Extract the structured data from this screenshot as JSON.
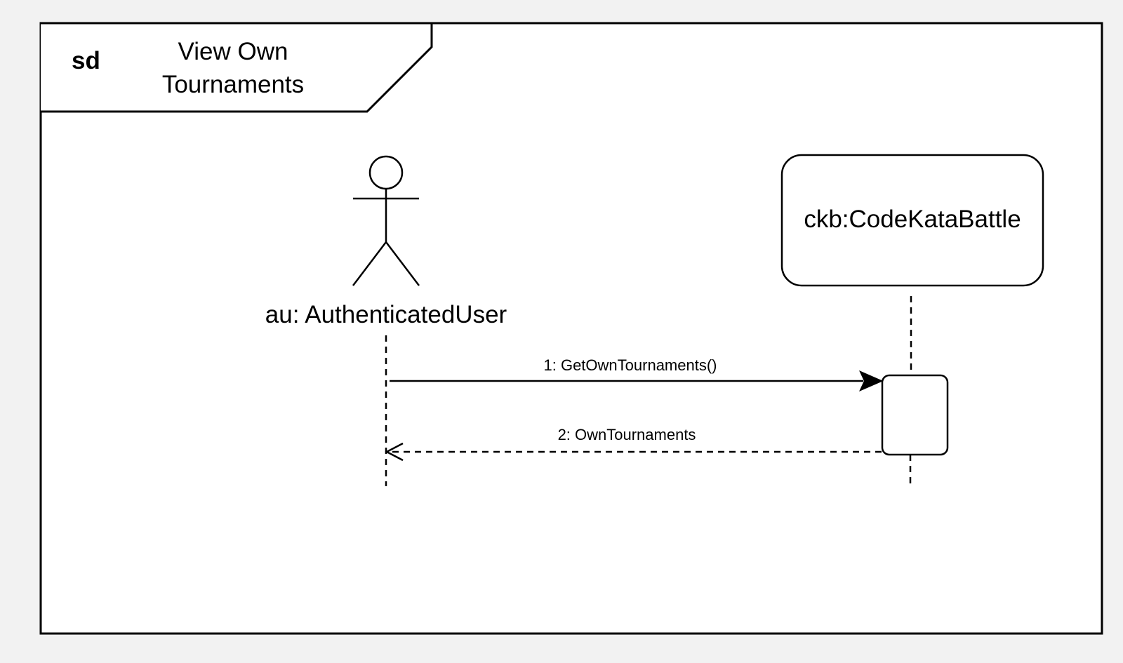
{
  "frame": {
    "keyword": "sd",
    "name_lines": [
      "View Own",
      "Tournaments"
    ]
  },
  "lifelines": [
    {
      "id": "au",
      "kind": "actor",
      "label": "au: AuthenticatedUser"
    },
    {
      "id": "ckb",
      "kind": "object",
      "label": "ckb:CodeKataBattle"
    }
  ],
  "messages": [
    {
      "label": "1: GetOwnTournaments()",
      "from": "au",
      "to": "ckb",
      "style": "synchronous"
    },
    {
      "label": "2: OwnTournaments",
      "from": "ckb",
      "to": "au",
      "style": "reply"
    }
  ],
  "colors": {
    "background": "#f2f2f2",
    "diagram": "#ffffff",
    "stroke": "#000000"
  }
}
